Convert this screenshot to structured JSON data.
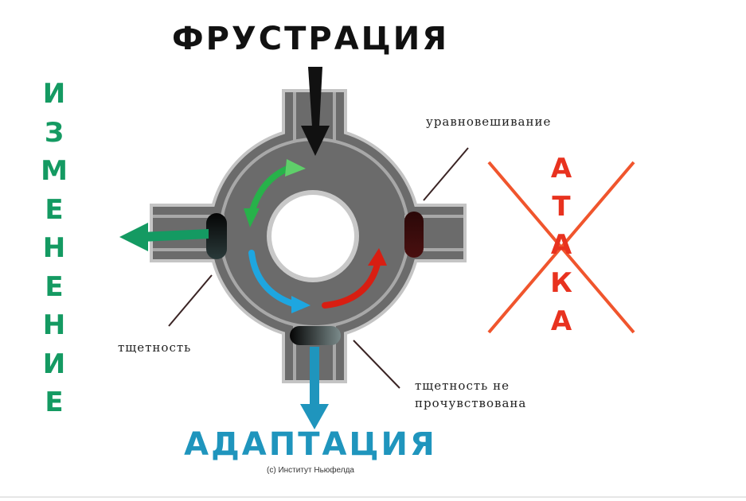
{
  "title_top": "ФРУСТРАЦИЯ",
  "title_bottom": "АДАПТАЦИЯ",
  "copyright": "(с) Институт Ньюфелда",
  "left_vertical": {
    "text": "ИЗМЕНЕНИЕ",
    "letters": [
      "И",
      "З",
      "М",
      "Е",
      "Н",
      "Е",
      "Н",
      "И",
      "Е"
    ]
  },
  "crossed_vertical": {
    "text": "АТАКА",
    "letters": [
      "А",
      "Т",
      "А",
      "К",
      "А"
    ]
  },
  "labels": {
    "balance": "уравновешивание",
    "futility": "тщетность",
    "futility_unfelt_line1": "тщетность не",
    "futility_unfelt_line2": "прочувствована"
  },
  "colors": {
    "change": "#149a62",
    "adaptation": "#1f95bd",
    "attack": "#e8321f",
    "cross": "#f0552d",
    "road": "#6b6b6b",
    "road_edge": "#bdbdbd",
    "arrow_green": "#27b24a",
    "arrow_blue": "#1ea6e0",
    "arrow_red": "#d81e12",
    "black": "#111111"
  }
}
